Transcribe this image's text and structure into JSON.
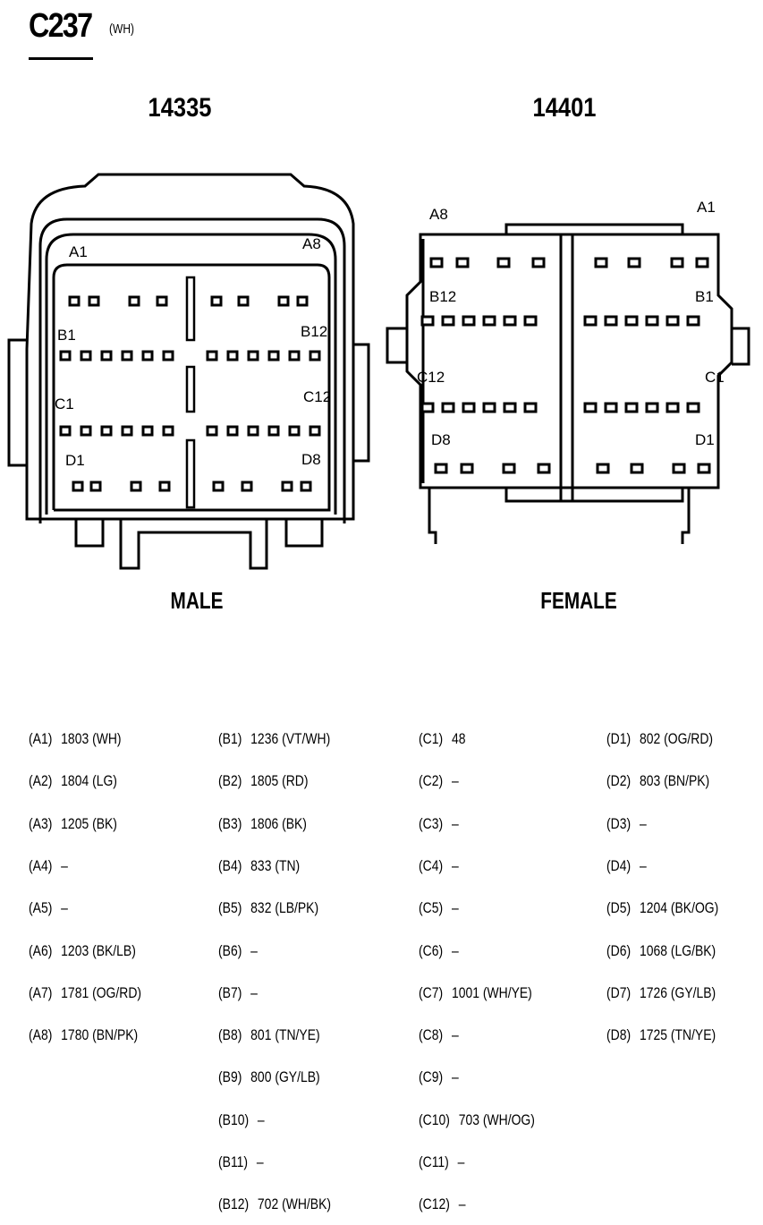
{
  "header": {
    "connector_id": "C237",
    "color": "(WH)"
  },
  "connectors": [
    {
      "part_no": "14335",
      "gender": "MALE"
    },
    {
      "part_no": "14401",
      "gender": "FEMALE"
    }
  ],
  "male_labels": {
    "a1": "A1",
    "a8": "A8",
    "b1": "B1",
    "b12": "B12",
    "c1": "C1",
    "c12": "C12",
    "d1": "D1",
    "d8": "D8"
  },
  "female_labels": {
    "a8": "A8",
    "a1": "A1",
    "b12": "B12",
    "b1": "B1",
    "c12": "C12",
    "c1": "C1",
    "d8": "D8",
    "d1": "D1"
  },
  "pinout": [
    [
      {
        "id": "(A1)",
        "val": "1803 (WH)"
      },
      {
        "id": "(A2)",
        "val": "1804 (LG)"
      },
      {
        "id": "(A3)",
        "val": "1205 (BK)"
      },
      {
        "id": "(A4)",
        "val": "–"
      },
      {
        "id": "(A5)",
        "val": "–"
      },
      {
        "id": "(A6)",
        "val": "1203 (BK/LB)"
      },
      {
        "id": "(A7)",
        "val": "1781 (OG/RD)"
      },
      {
        "id": "(A8)",
        "val": "1780 (BN/PK)"
      }
    ],
    [
      {
        "id": "(B1)",
        "val": "1236 (VT/WH)"
      },
      {
        "id": "(B2)",
        "val": "1805 (RD)"
      },
      {
        "id": "(B3)",
        "val": "1806 (BK)"
      },
      {
        "id": "(B4)",
        "val": "833 (TN)"
      },
      {
        "id": "(B5)",
        "val": "832 (LB/PK)"
      },
      {
        "id": "(B6)",
        "val": "–"
      },
      {
        "id": "(B7)",
        "val": "–"
      },
      {
        "id": "(B8)",
        "val": "801 (TN/YE)"
      },
      {
        "id": "(B9)",
        "val": "800 (GY/LB)"
      },
      {
        "id": "(B10)",
        "val": "–"
      },
      {
        "id": "(B11)",
        "val": "–"
      },
      {
        "id": "(B12)",
        "val": "702 (WH/BK)"
      }
    ],
    [
      {
        "id": "(C1)",
        "val": "48"
      },
      {
        "id": "(C2)",
        "val": "–"
      },
      {
        "id": "(C3)",
        "val": "–"
      },
      {
        "id": "(C4)",
        "val": "–"
      },
      {
        "id": "(C5)",
        "val": "–"
      },
      {
        "id": "(C6)",
        "val": "–"
      },
      {
        "id": "(C7)",
        "val": "1001 (WH/YE)"
      },
      {
        "id": "(C8)",
        "val": "–"
      },
      {
        "id": "(C9)",
        "val": "–"
      },
      {
        "id": "(C10)",
        "val": "703 (WH/OG)"
      },
      {
        "id": "(C11)",
        "val": "–"
      },
      {
        "id": "(C12)",
        "val": "–"
      }
    ],
    [
      {
        "id": "(D1)",
        "val": "802 (OG/RD)"
      },
      {
        "id": "(D2)",
        "val": "803 (BN/PK)"
      },
      {
        "id": "(D3)",
        "val": "–"
      },
      {
        "id": "(D4)",
        "val": "–"
      },
      {
        "id": "(D5)",
        "val": "1204 (BK/OG)"
      },
      {
        "id": "(D6)",
        "val": "1068 (LG/BK)"
      },
      {
        "id": "(D7)",
        "val": "1726 (GY/LB)"
      },
      {
        "id": "(D8)",
        "val": "1725 (TN/YE)"
      }
    ]
  ]
}
